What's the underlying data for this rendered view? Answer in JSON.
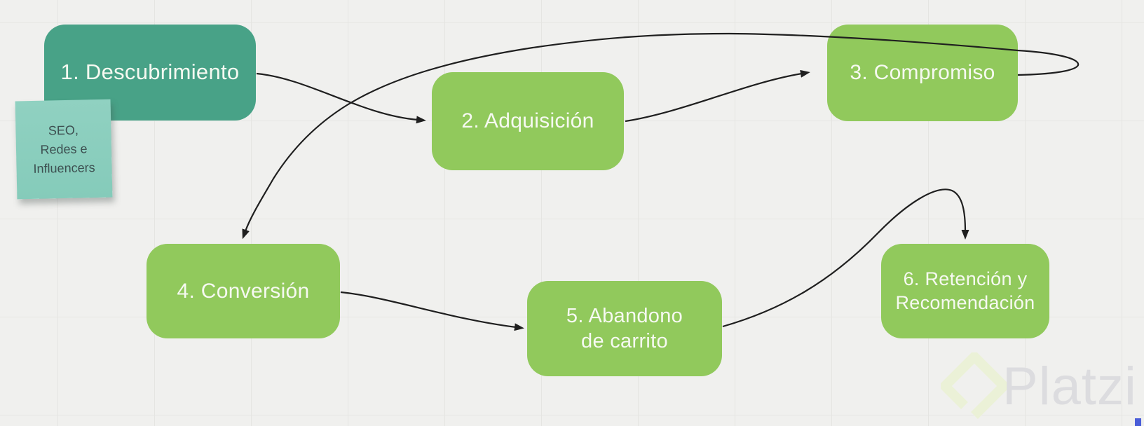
{
  "canvas": {
    "background_color": "#f0f0ee",
    "grid_color": "#e6e6e3"
  },
  "diagram": {
    "type": "flowchart",
    "nodes": [
      {
        "id": "descubrimiento",
        "label": "1. Descubrimiento",
        "color": "#48a287",
        "text_color": "#f6f9f1"
      },
      {
        "id": "adquisicion",
        "label": "2. Adquisición",
        "color": "#91c95c",
        "text_color": "#f6f9f1"
      },
      {
        "id": "compromiso",
        "label": "3. Compromiso",
        "color": "#91c95c",
        "text_color": "#f6f9f1"
      },
      {
        "id": "conversion",
        "label": "4. Conversión",
        "color": "#91c95c",
        "text_color": "#f6f9f1"
      },
      {
        "id": "abandono",
        "label": "5. Abandono\nde carrito",
        "color": "#91c95c",
        "text_color": "#f6f9f1"
      },
      {
        "id": "retencion",
        "label": "6. Retención y\nRecomendación",
        "color": "#91c95c",
        "text_color": "#f6f9f1"
      }
    ],
    "edges": [
      {
        "from": "descubrimiento",
        "to": "adquisicion"
      },
      {
        "from": "adquisicion",
        "to": "compromiso"
      },
      {
        "from": "compromiso",
        "to": "conversion"
      },
      {
        "from": "conversion",
        "to": "abandono"
      },
      {
        "from": "abandono",
        "to": "retencion"
      }
    ],
    "edge_color": "#1f1f1f",
    "sticky_note": {
      "text": "SEO,\nRedes e\nInfluencers",
      "color": "#90d1c1",
      "color_bottom": "#85cbba",
      "text_color": "#3d5051",
      "attached_to": "descubrimiento"
    }
  },
  "watermark": {
    "brand": "Platzi",
    "logo": "platzi-diamond-icon",
    "text_color": "#dcdcdf",
    "logo_color": "#ebf1d7"
  }
}
